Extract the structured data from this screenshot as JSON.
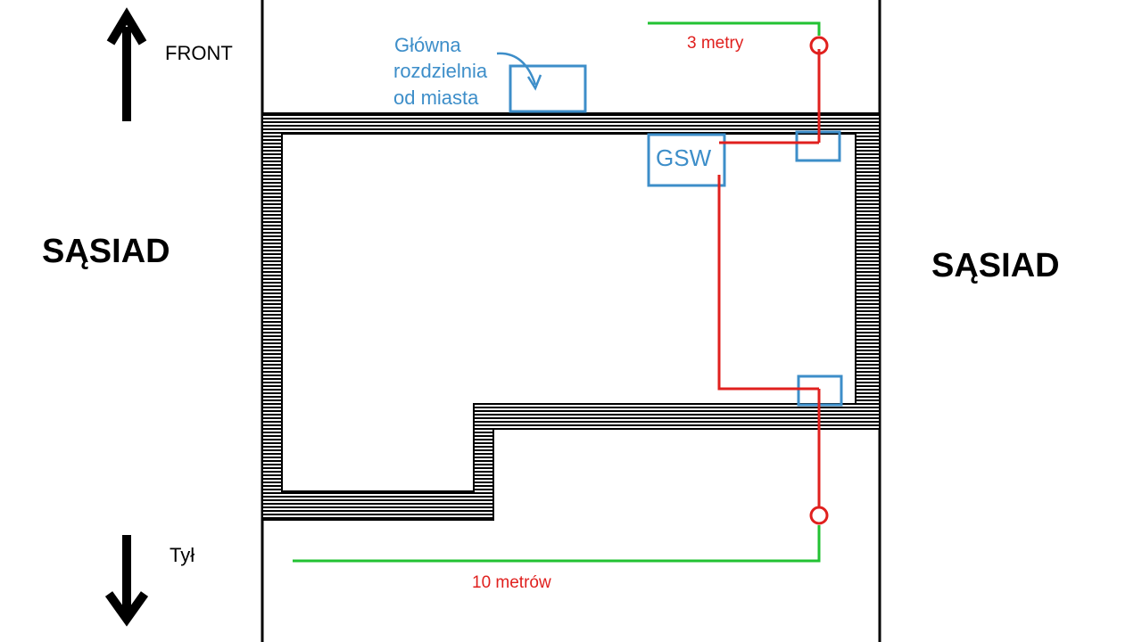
{
  "labels": {
    "front": "FRONT",
    "back": "Tył",
    "neighbor_left": "SĄSIAD",
    "neighbor_right": "SĄSIAD",
    "main_panel_line1": "Główna",
    "main_panel_line2": "rozdzielnia",
    "main_panel_line3": "od miasta",
    "gsw": "GSW",
    "dist_front": "3 metry",
    "dist_back": "10 metrów"
  },
  "colors": {
    "wall_line": "#000000",
    "box": "#3d8ec9",
    "cable": "#e0201e",
    "dimension": "#22c232",
    "text_blue": "#3d8ec9",
    "text_red": "#e0201e"
  },
  "icons": {
    "front_arrow": "arrow-up-icon",
    "back_arrow": "arrow-down-icon",
    "endpoint": "circle-marker-icon"
  }
}
